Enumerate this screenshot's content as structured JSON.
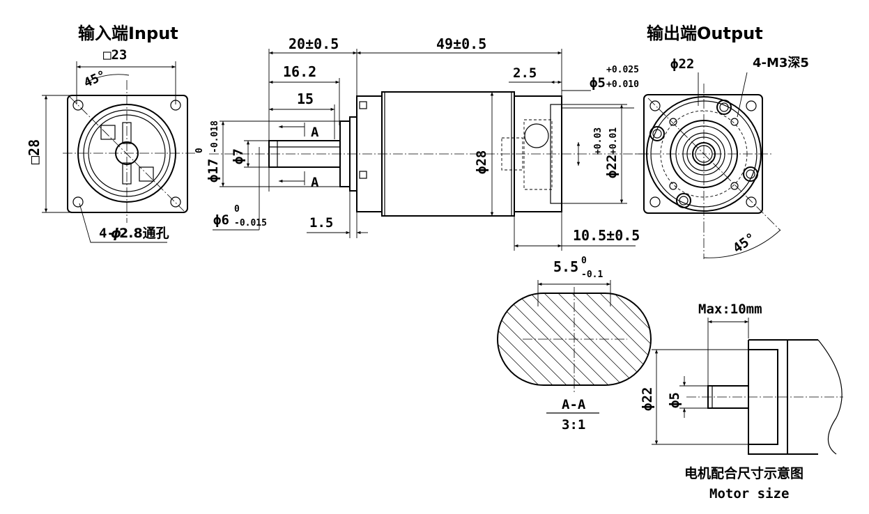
{
  "input_view": {
    "title": "输入端Input",
    "square_size": "□23",
    "outer_square": "□28",
    "angle": "45°",
    "holes": "4-",
    "holes_dia": "2.8通孔"
  },
  "side_view": {
    "length_front": "20±0.5",
    "length_body": "49±0.5",
    "shaft_len_1": "16.2",
    "shaft_len_2": "15",
    "flange_t": "2.5",
    "pilot_dia_base": "ϕ5",
    "pilot_tol_up": "+0.025",
    "pilot_tol_lo": "+0.010",
    "section_mark": "A",
    "shaft_dia": "ϕ7",
    "boss_dia": "ϕ17",
    "boss_tol_up": "0",
    "boss_tol_lo": "-0.018",
    "shaft_tol_base": "ϕ6",
    "shaft_tol_up": "0",
    "shaft_tol_lo": "-0.015",
    "gap": "1.5",
    "body_dia": "ϕ28",
    "out_dia": "ϕ22",
    "out_tol_up": "+0.03",
    "out_tol_lo": "+0.01",
    "rear_len": "10.5±0.5"
  },
  "output_view": {
    "title": "输出端Output",
    "dia": "ϕ22",
    "threads": "4-M3深5",
    "angle": "45°"
  },
  "section_view": {
    "flat_base": "5.5",
    "flat_tol_up": "0",
    "flat_tol_lo": "-0.1",
    "name": "A-A",
    "scale": "3:1"
  },
  "motor_view": {
    "max": "Max:10mm",
    "dia_outer": "ϕ22",
    "dia_inner": "ϕ5",
    "caption_cn": "电机配合尺寸示意图",
    "caption_en": "Motor size"
  }
}
